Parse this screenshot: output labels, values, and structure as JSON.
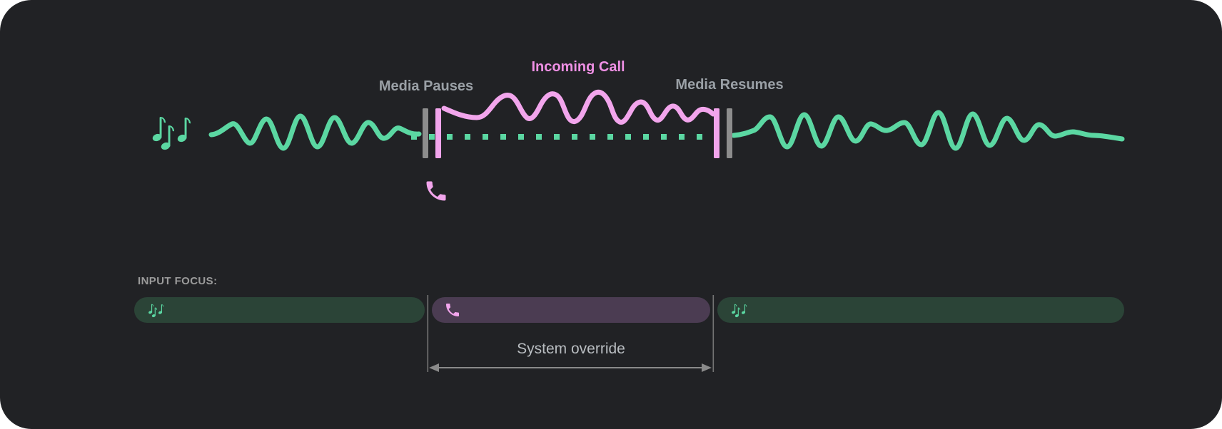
{
  "colors": {
    "page_background": "#FFFFFF",
    "panel_background": "#212225",
    "media_green": "#5BD7A2",
    "media_bar_background": "#2B4437",
    "call_pink": "#F2A5EC",
    "call_pink_label": "#EF90E5",
    "call_bar_background": "#4B3C52",
    "marker_gray": "#8D8D8D",
    "label_gray": "#9AA0A6",
    "override_label_gray": "#B9BDC1",
    "guide_gray": "#8A8A8A"
  },
  "timeline": {
    "media_pauses_label": "Media Pauses",
    "incoming_call_label": "Incoming Call",
    "media_resumes_label": "Media Resumes",
    "media_icon": "music-notes-icon",
    "call_icon": "phone-icon"
  },
  "input_focus": {
    "label": "INPUT FOCUS:",
    "override_label": "System override",
    "segments": [
      {
        "name": "media-before-call",
        "icon": "music-notes-icon"
      },
      {
        "name": "incoming-call",
        "icon": "phone-icon"
      },
      {
        "name": "media-after-call",
        "icon": "music-notes-icon"
      }
    ]
  }
}
